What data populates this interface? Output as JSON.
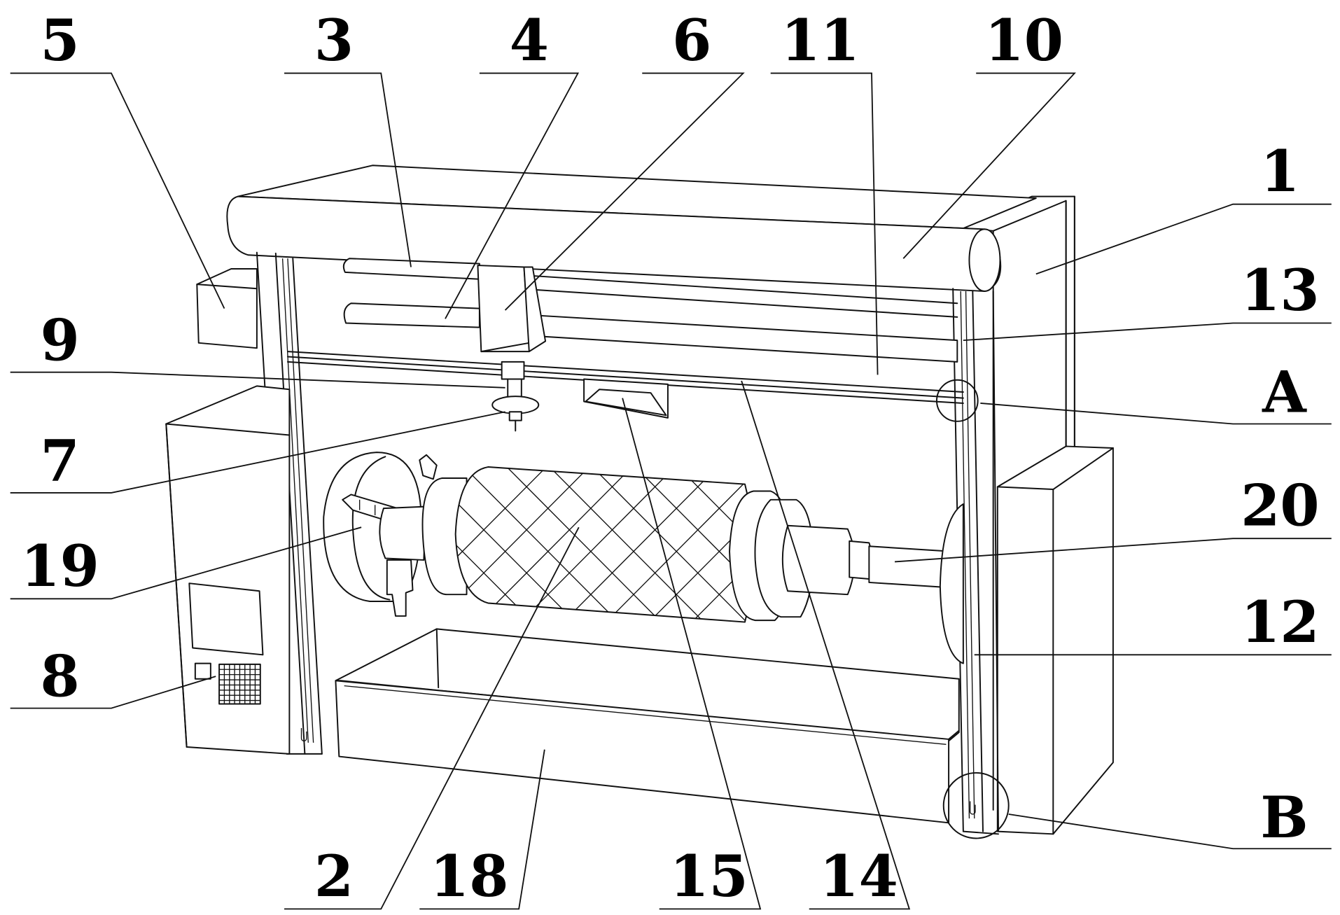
{
  "figure": {
    "type": "patent-style mechanical perspective drawing",
    "description": "Drum/roller processing machine with overhead gantry, tool head, chuck, roller and collection tray",
    "line_color": "#111111",
    "background": "#ffffff"
  },
  "labels": [
    {
      "id": "5",
      "text": "5",
      "side": "top-left"
    },
    {
      "id": "3",
      "text": "3",
      "side": "top"
    },
    {
      "id": "4",
      "text": "4",
      "side": "top"
    },
    {
      "id": "6",
      "text": "6",
      "side": "top"
    },
    {
      "id": "11",
      "text": "11",
      "side": "top"
    },
    {
      "id": "10",
      "text": "10",
      "side": "top"
    },
    {
      "id": "1",
      "text": "1",
      "side": "right"
    },
    {
      "id": "13",
      "text": "13",
      "side": "right"
    },
    {
      "id": "A",
      "text": "A",
      "side": "right"
    },
    {
      "id": "20",
      "text": "20",
      "side": "right"
    },
    {
      "id": "12",
      "text": "12",
      "side": "right"
    },
    {
      "id": "B",
      "text": "B",
      "side": "right"
    },
    {
      "id": "9",
      "text": "9",
      "side": "left"
    },
    {
      "id": "7",
      "text": "7",
      "side": "left"
    },
    {
      "id": "19",
      "text": "19",
      "side": "left"
    },
    {
      "id": "8",
      "text": "8",
      "side": "left"
    },
    {
      "id": "2",
      "text": "2",
      "side": "bottom"
    },
    {
      "id": "18",
      "text": "18",
      "side": "bottom"
    },
    {
      "id": "15",
      "text": "15",
      "side": "bottom"
    },
    {
      "id": "14",
      "text": "14",
      "side": "bottom"
    }
  ]
}
